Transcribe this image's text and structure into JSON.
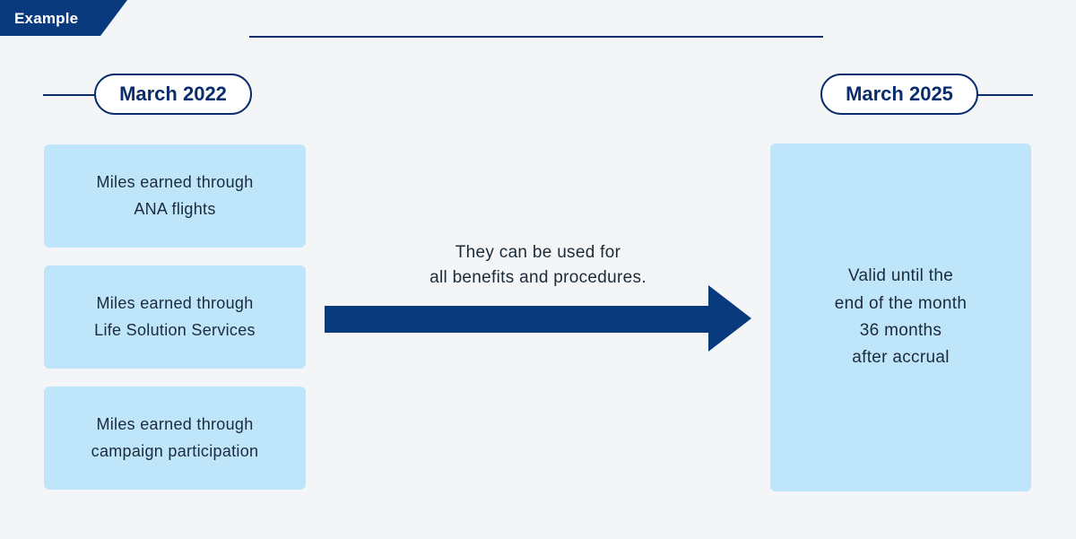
{
  "tab": {
    "label": "Example",
    "background_color": "#0a3a7e",
    "text_color": "#ffffff"
  },
  "page": {
    "background_color": "#f4f5f6"
  },
  "timeline": {
    "line_color": "#0a2d6e",
    "start": {
      "label": "March 2022"
    },
    "end": {
      "label": "March 2025"
    }
  },
  "sources": {
    "box_color": "#bfe5fb",
    "text_color": "#1b2b3a",
    "items": [
      {
        "text": "Miles earned through\nANA flights"
      },
      {
        "text": "Miles earned through\nLife Solution Services"
      },
      {
        "text": "Miles earned through\ncampaign participation"
      }
    ]
  },
  "flow": {
    "caption": "They can be used for\nall benefits and procedures.",
    "arrow_color": "#0a3a7e",
    "arrow_direction": "right"
  },
  "result": {
    "box_color": "#bfe5fb",
    "text": "Valid until the\nend of the month\n36 months\nafter accrual"
  }
}
